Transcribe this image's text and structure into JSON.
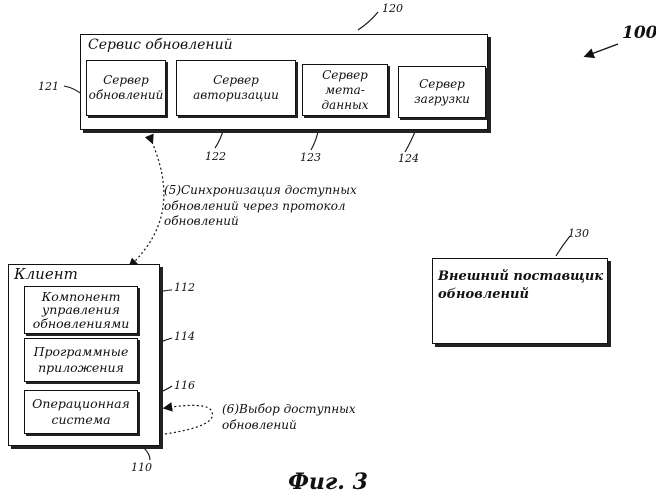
{
  "figure": {
    "number": "100",
    "caption": "Фиг. 3"
  },
  "update_service": {
    "title": "Сервис обновлений",
    "ref": "120",
    "servers": [
      {
        "label": "Сервер обновлений",
        "ref": "121"
      },
      {
        "label": "Сервер авторизации",
        "ref": "122"
      },
      {
        "label": "Сервер мета-данных",
        "ref": "123"
      },
      {
        "label": "Сервер загрузки",
        "ref": "124"
      }
    ]
  },
  "client": {
    "title": "Клиент",
    "ref": "110",
    "components": [
      {
        "label": "Компонент управления обновлениями",
        "ref": "112"
      },
      {
        "label": "Программные приложения",
        "ref": "114"
      },
      {
        "label": "Операционная система",
        "ref": "116"
      }
    ]
  },
  "external_provider": {
    "title": "Внешний поставщик обновлений",
    "ref": "130"
  },
  "annotations": {
    "sync": "(5)Синхронизация доступных обновлений через протокол обновлений",
    "select": "(6)Выбор доступных обновлений"
  }
}
